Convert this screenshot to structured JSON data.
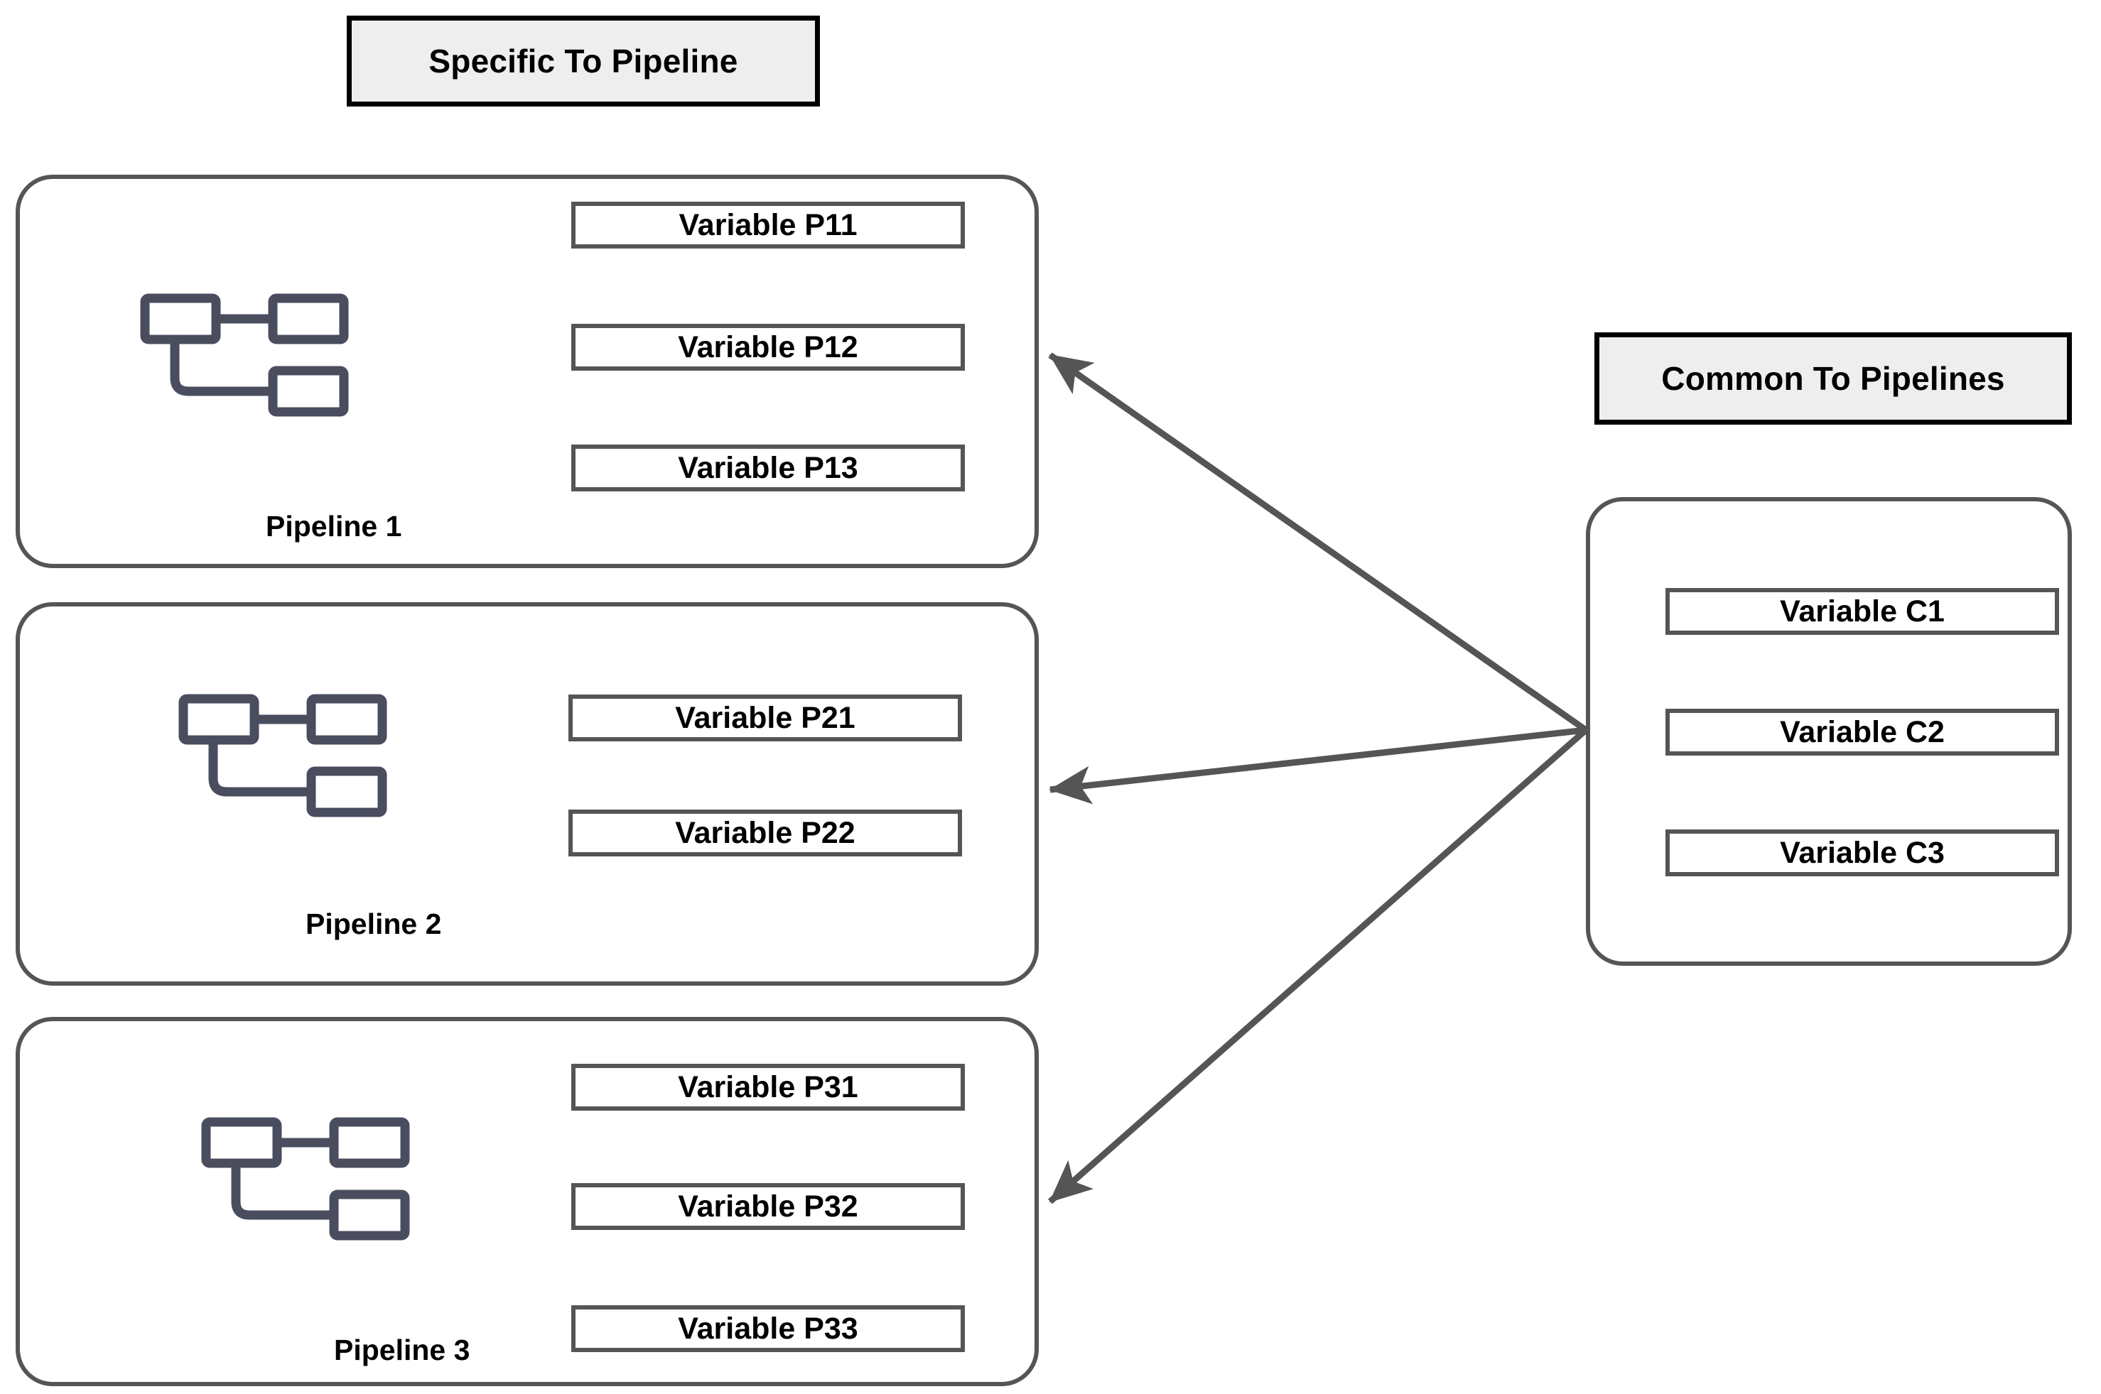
{
  "legend": {
    "specific": {
      "label": "Specific To Pipeline"
    },
    "common": {
      "label": "Common To Pipelines"
    }
  },
  "pipelines": [
    {
      "label": "Pipeline 1",
      "icon": "pipeline-hierarchy-icon",
      "variables": [
        {
          "label": "Variable P11"
        },
        {
          "label": "Variable P12"
        },
        {
          "label": "Variable P13"
        }
      ]
    },
    {
      "label": "Pipeline 2",
      "icon": "pipeline-hierarchy-icon",
      "variables": [
        {
          "label": "Variable P21"
        },
        {
          "label": "Variable P22"
        }
      ]
    },
    {
      "label": "Pipeline 3",
      "icon": "pipeline-hierarchy-icon",
      "variables": [
        {
          "label": "Variable P31"
        },
        {
          "label": "Variable P32"
        },
        {
          "label": "Variable P33"
        }
      ]
    }
  ],
  "common": {
    "variables": [
      {
        "label": "Variable C1"
      },
      {
        "label": "Variable C2"
      },
      {
        "label": "Variable C3"
      }
    ]
  },
  "arrows": [
    {
      "from": "common-variables-group",
      "to": "pipeline-group-1"
    },
    {
      "from": "common-variables-group",
      "to": "pipeline-group-2"
    },
    {
      "from": "common-variables-group",
      "to": "pipeline-group-3"
    }
  ],
  "colors": {
    "border_gray": "#555555",
    "legend_fill": "#eeeeee",
    "legend_border": "#000000",
    "icon_slate": "#4a4d5e",
    "arrow_gray": "#555555",
    "text_black": "#000000",
    "background": "#ffffff"
  }
}
